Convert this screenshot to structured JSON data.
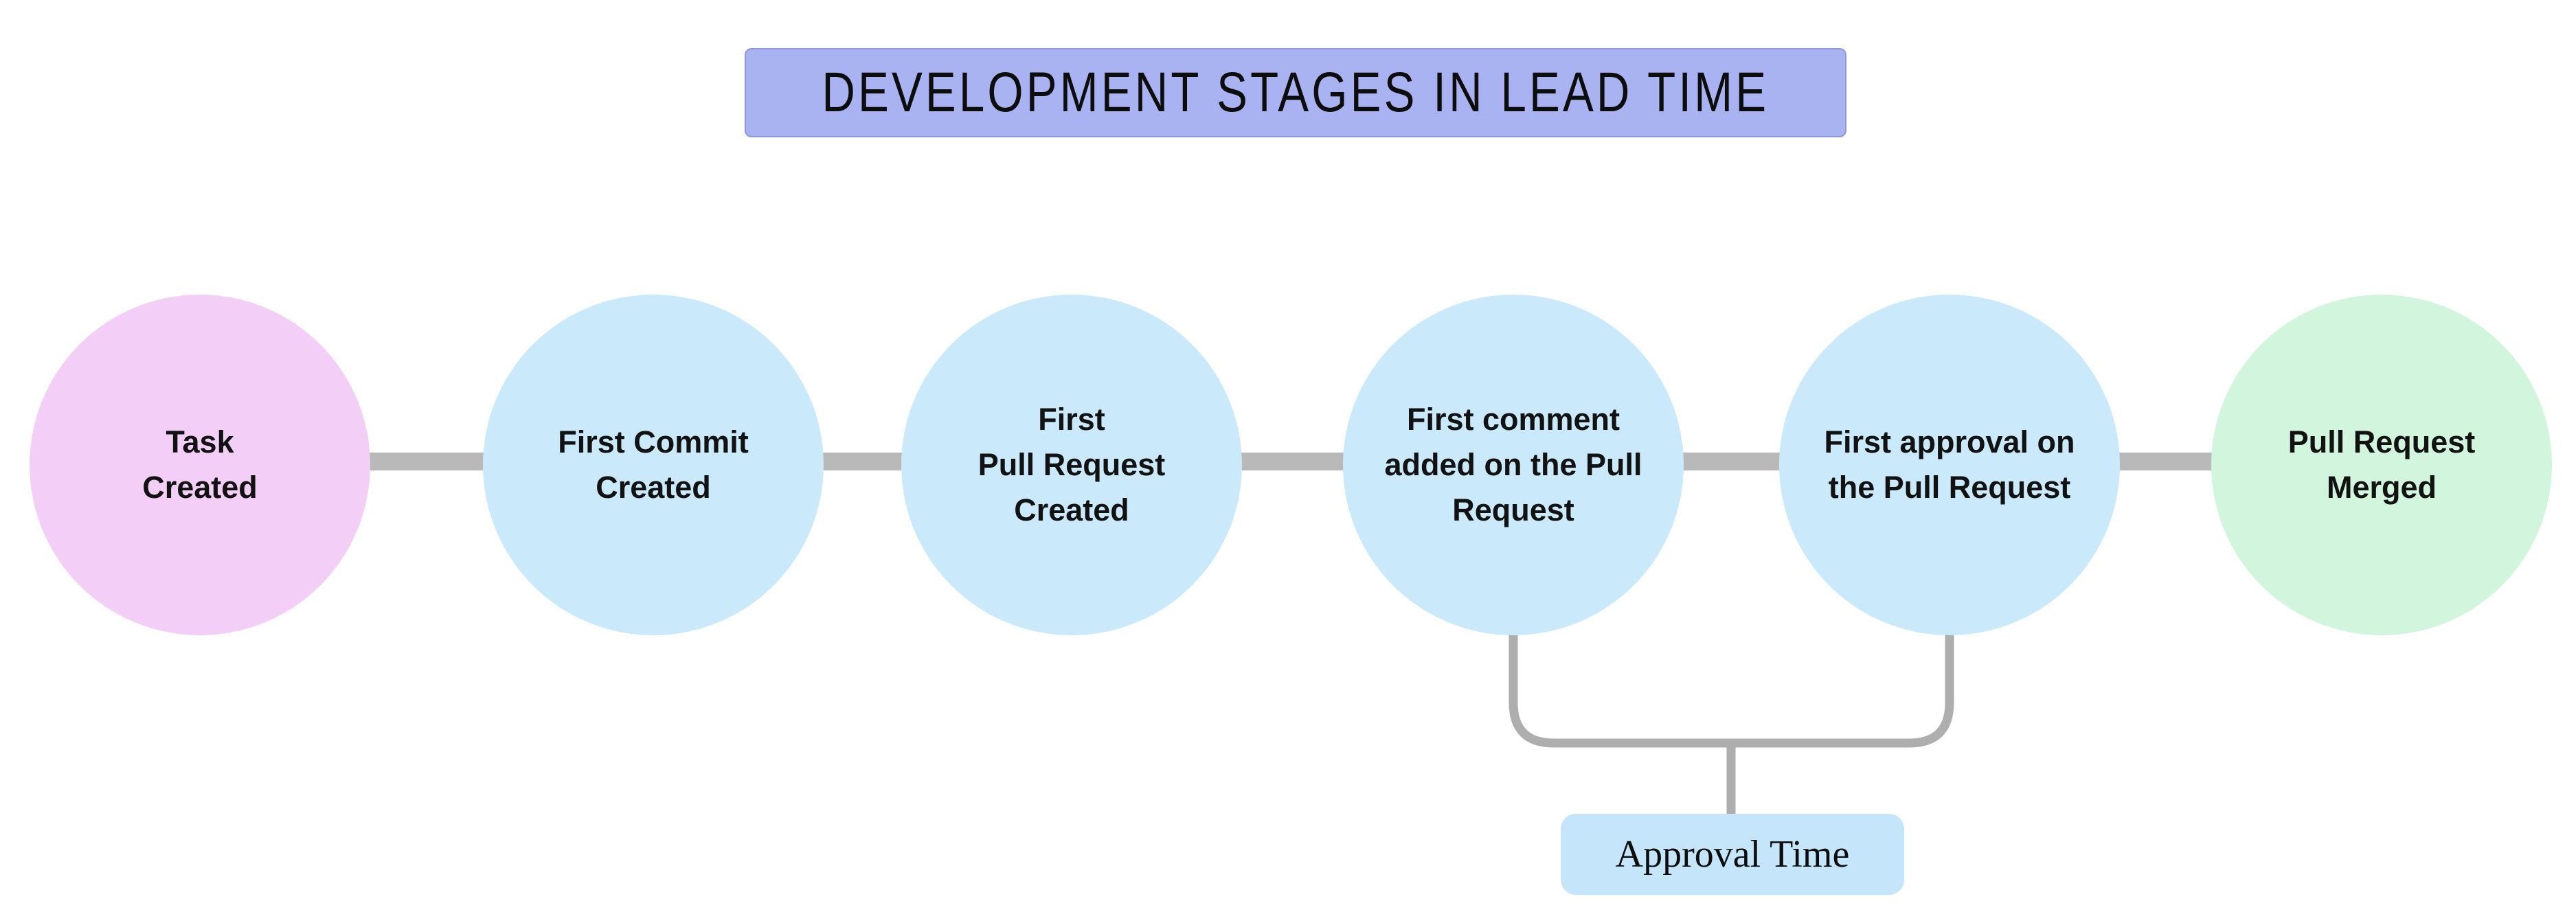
{
  "title": {
    "text": "DEVELOPMENT STAGES IN LEAD TIME",
    "bg_color": "#a9b3f1"
  },
  "stages": [
    {
      "label": "Task\nCreated",
      "role": "start",
      "color": "#f3cff7"
    },
    {
      "label": "First Commit\nCreated",
      "role": "middle",
      "color": "#cae9fb"
    },
    {
      "label": "First\nPull Request\nCreated",
      "role": "middle",
      "color": "#cae9fb"
    },
    {
      "label": "First comment\nadded on the Pull\nRequest",
      "role": "middle",
      "color": "#cae9fb"
    },
    {
      "label": "First approval on\nthe Pull Request",
      "role": "middle",
      "color": "#cae9fb"
    },
    {
      "label": "Pull Request\nMerged",
      "role": "end",
      "color": "#d2f5de"
    }
  ],
  "annotation": {
    "label": "Approval Time",
    "bg_color": "#c5e6fa",
    "spans_from": "First comment added on the Pull Request",
    "spans_to": "First approval on the Pull Request"
  },
  "colors": {
    "connector": "#b9b9b9",
    "bracket": "#aeaeae"
  }
}
